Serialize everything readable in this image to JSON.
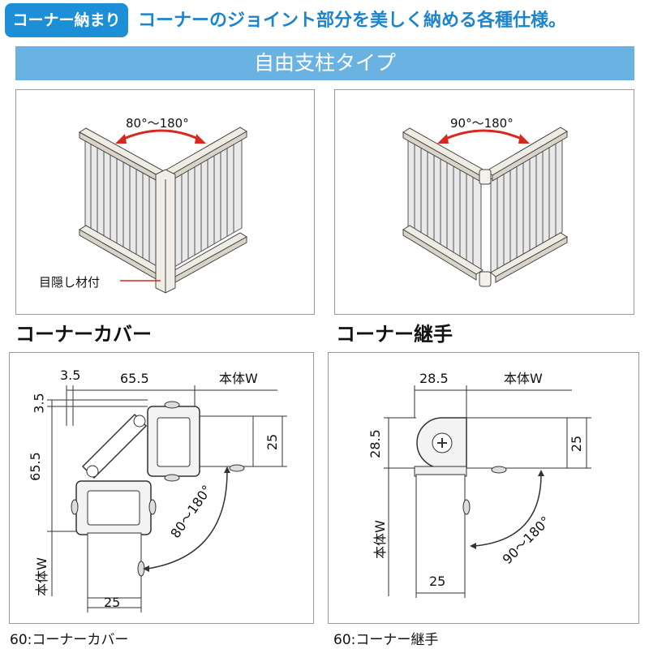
{
  "header": {
    "badge": "コーナー納まり",
    "headline": "コーナーのジョイント部分を美しく納める各種仕様。"
  },
  "banner": "自由支柱タイプ",
  "top_left": {
    "angle": "80°〜180°",
    "callout": "目隠し材付",
    "caption": "コーナーカバー"
  },
  "top_right": {
    "angle": "90°〜180°",
    "caption": "コーナー継手"
  },
  "bottom_left": {
    "dims": {
      "d1": "3.5",
      "d2": "65.5",
      "d3": "本体W",
      "d4": "3.5",
      "d5": "65.5",
      "d6": "25",
      "d7": "本体W",
      "d8": "25",
      "angle": "80〜180°"
    },
    "footer": "60:コーナーカバー"
  },
  "bottom_right": {
    "dims": {
      "d1": "28.5",
      "d2": "本体W",
      "d3": "28.5",
      "d4": "25",
      "d5": "本体W",
      "d6": "25",
      "angle": "90〜180°"
    },
    "footer": "60:コーナー継手"
  },
  "colors": {
    "badge_bg": "#1d8fd6",
    "headline": "#1c84cc",
    "banner_bg": "#6ab2e2",
    "angle_arrow": "#d6281f"
  }
}
